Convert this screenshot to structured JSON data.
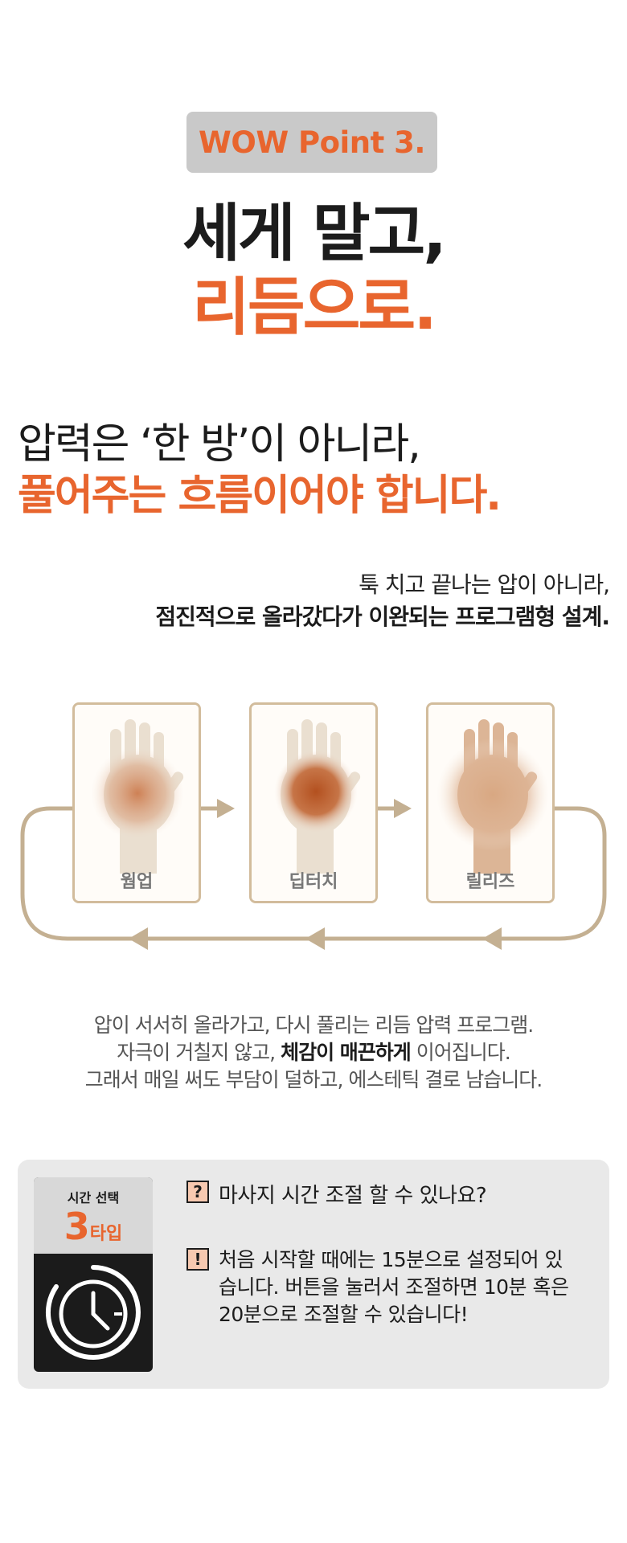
{
  "badge": "WOW Point 3.",
  "headline": {
    "line1": "세게 말고,",
    "line2": "리듬으로."
  },
  "subheading": {
    "line1": "압력은 ‘한 방’이 아니라,",
    "line2": "풀어주는 흐름이어야 합니다."
  },
  "description": {
    "line1": "툭 치고 끝나는 압이 아니라,",
    "line2": "점진적으로 올라갔다가 이완되는 프로그램형 설계."
  },
  "cycle": {
    "steps": [
      {
        "label": "웜업"
      },
      {
        "label": "딥터치"
      },
      {
        "label": "릴리즈"
      }
    ],
    "colors": {
      "frame": "#d2bc9c",
      "flow": "#c4b092"
    }
  },
  "body": {
    "line1": "압이 서서히 올라가고, 다시 풀리는 리듬 압력 프로그램.",
    "line2_prefix": "자극이 거칠지 않고, ",
    "line2_bold": "체감이 매끈하게",
    "line2_suffix": " 이어집니다.",
    "line3": "그래서 매일 써도 부담이 덜하고, 에스테틱 결로 남습니다."
  },
  "faq": {
    "timer": {
      "label": "시간 선택",
      "number": "3",
      "unit": "타입",
      "icon": "clock-icon"
    },
    "question_mark": "?",
    "question": "마사지 시간 조절 할 수 있나요?",
    "answer_mark": "!",
    "answer": "처음 시작할 때에는 15분으로 설정되어 있습니다. 버튼을 눌러서 조절하면 10분 혹은 20분으로 조절할 수 있습니다!"
  },
  "colors": {
    "accent": "#e8652e",
    "dark": "#1c1c1c",
    "panel": "#e9e9e9"
  }
}
